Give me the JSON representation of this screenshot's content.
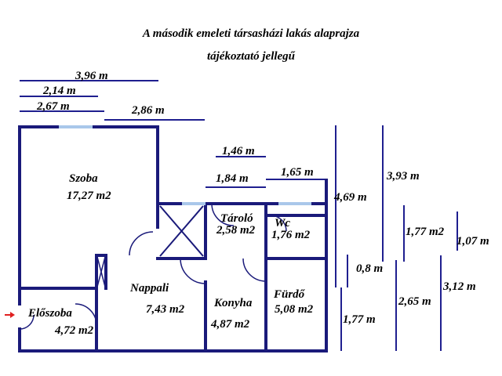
{
  "title": {
    "line1": "A második emeleti társasházi lakás alaprajza",
    "line2": "tájékoztató jellegű"
  },
  "rooms": [
    {
      "name": "Szoba",
      "area": "17,27 m2"
    },
    {
      "name": "Tároló",
      "area": "2,58 m2"
    },
    {
      "name": "Wc",
      "area": "1,76 m2"
    },
    {
      "name": "Nappali",
      "area": "7,43 m2"
    },
    {
      "name": "Konyha",
      "area": "4,87 m2"
    },
    {
      "name": "Fürdő",
      "area": "5,08 m2"
    },
    {
      "name": "Előszoba",
      "area": "4,72 m2"
    }
  ],
  "dimensions": {
    "top": [
      "3,96 m",
      "2,14 m",
      "2,67 m",
      "2,86 m",
      "1,46 m",
      "1,84 m",
      "1,65 m"
    ],
    "right": [
      "4,69 m",
      "3,93 m",
      "1,77 m2",
      "1,07 m",
      "0,8 m",
      "2,65 m",
      "3,12 m",
      "1,77 m"
    ]
  },
  "colors": {
    "wall": "#1a1a7a",
    "dimension": "#1f1f8f",
    "window": "#a9c7ea",
    "entry_arrow": "#e02020"
  }
}
